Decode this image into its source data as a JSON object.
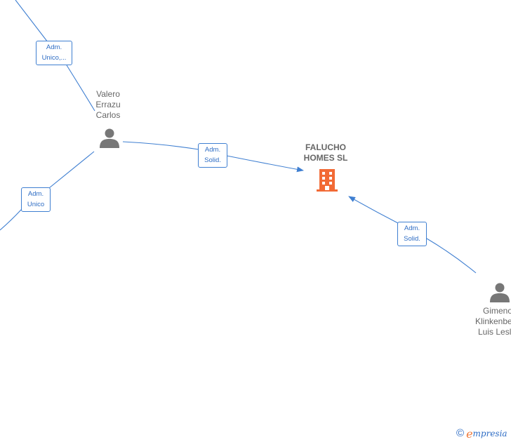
{
  "company": {
    "name_line1": "FALUCHO",
    "name_line2": "HOMES  SL",
    "color": "#f26a35"
  },
  "persons": [
    {
      "id": "valero",
      "name_lines": [
        "Valero",
        "Errazu",
        "Carlos"
      ]
    },
    {
      "id": "gimeno",
      "name_lines": [
        "Gimeno",
        "Klinkenberg",
        "Luis Leslie"
      ]
    }
  ],
  "edges": [
    {
      "id": "edge-top",
      "label_lines": [
        "Adm.",
        "Unico,..."
      ]
    },
    {
      "id": "edge-valero-company",
      "label_lines": [
        "Adm.",
        "Solid."
      ]
    },
    {
      "id": "edge-left",
      "label_lines": [
        "Adm.",
        "Unico"
      ]
    },
    {
      "id": "edge-gimeno-company",
      "label_lines": [
        "Adm.",
        "Solid."
      ]
    }
  ],
  "colors": {
    "edge": "#3f7fd1",
    "person_icon": "#777777",
    "company_icon": "#f26a35"
  },
  "watermark": {
    "symbol": "©",
    "brand_initial": "e",
    "brand_rest": "mpresia"
  }
}
